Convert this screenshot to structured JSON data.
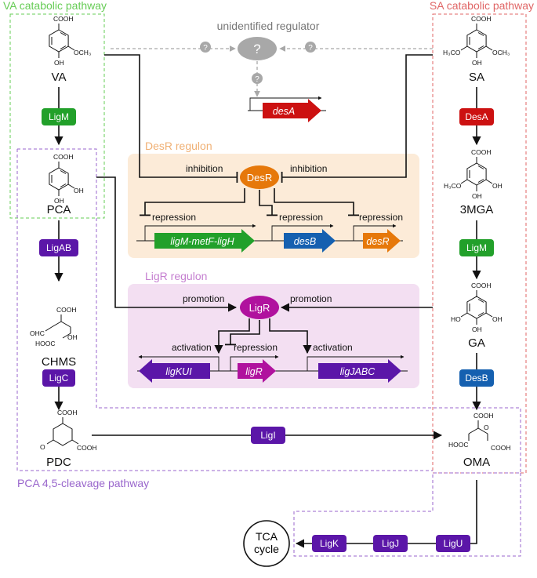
{
  "pathways": {
    "va": "VA catabolic pathway",
    "sa": "SA catabolic pathway",
    "pca": "PCA 4,5-cleavage pathway"
  },
  "regulons": {
    "desr": "DesR regulon",
    "ligr": "LigR regulon"
  },
  "regulator": {
    "label": "unidentified regulator",
    "mark": "?"
  },
  "compounds": {
    "va": "VA",
    "pca": "PCA",
    "chms": "CHMS",
    "pdc": "PDC",
    "sa": "SA",
    "mga": "3MGA",
    "ga": "GA",
    "oma": "OMA",
    "tca": "TCA cycle"
  },
  "atom_labels": {
    "cooh": "COOH",
    "oh": "OH",
    "och3": "OCH₃",
    "h3co": "H₃CO",
    "ohc": "OHC",
    "hooc": "HOOC",
    "o": "O"
  },
  "enzymes": {
    "ligm": "LigM",
    "ligab": "LigAB",
    "ligc": "LigC",
    "deza": "DesA",
    "desb": "DesB",
    "ligi": "LigI",
    "ligk": "LigK",
    "ligj": "LigJ",
    "ligu": "LigU"
  },
  "proteins": {
    "desr": "DesR",
    "ligr": "LigR"
  },
  "genes": {
    "desa": "desA",
    "ligm_operon": "ligM-metF-ligH",
    "desb": "desB",
    "desr": "desR",
    "ligkui": "ligKUI",
    "ligr": "ligR",
    "ligjabc": "ligJABC"
  },
  "interactions": {
    "inhibition": "inhibition",
    "repression": "repression",
    "promotion": "promotion",
    "activation": "activation"
  },
  "colors": {
    "va_border": "#66cc55",
    "sa_border": "#e06666",
    "pca_border": "#9966cc",
    "desr_bg": "#fcebd8",
    "ligr_bg": "#f3dff2",
    "ligm_green": "#22a02a",
    "purple": "#5b16a8",
    "red": "#cc1111",
    "blue": "#1560b0",
    "orange": "#e6780a",
    "magenta": "#b0129e",
    "grey": "#a8a8a8"
  }
}
